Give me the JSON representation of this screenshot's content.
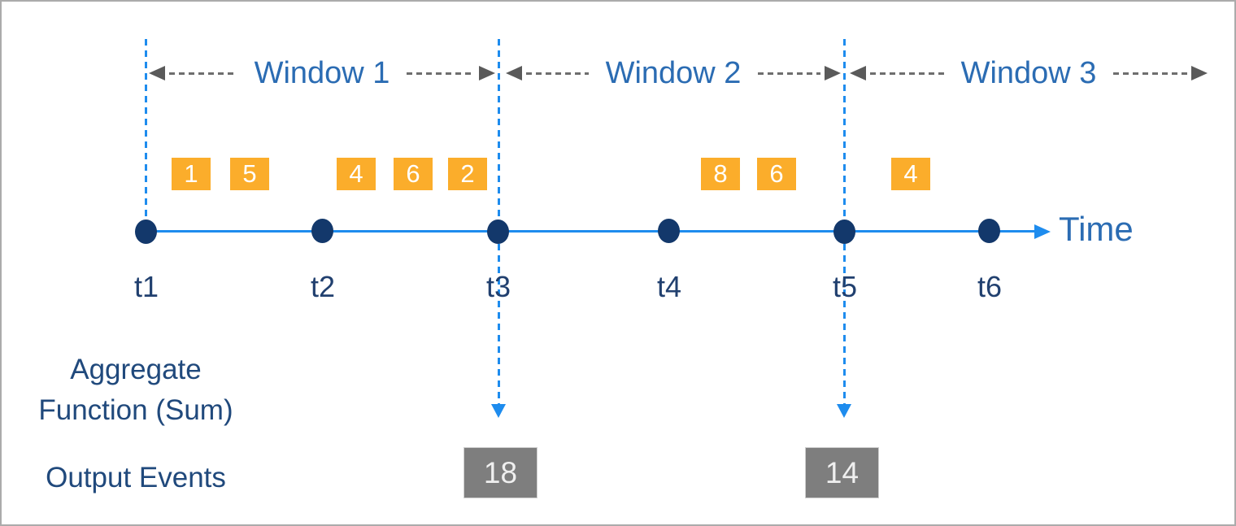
{
  "diagram_type": "tumbling-window-stream-aggregation",
  "windows": [
    {
      "label": "Window 1"
    },
    {
      "label": "Window 2"
    },
    {
      "label": "Window 3"
    }
  ],
  "timeline": {
    "axis_label": "Time",
    "ticks": [
      "t1",
      "t2",
      "t3",
      "t4",
      "t5",
      "t6"
    ]
  },
  "events": [
    {
      "value": "1",
      "window": "Window 1"
    },
    {
      "value": "5",
      "window": "Window 1"
    },
    {
      "value": "4",
      "window": "Window 1"
    },
    {
      "value": "6",
      "window": "Window 1"
    },
    {
      "value": "2",
      "window": "Window 1"
    },
    {
      "value": "8",
      "window": "Window 2"
    },
    {
      "value": "6",
      "window": "Window 2"
    },
    {
      "value": "4",
      "window": "Window 3"
    }
  ],
  "aggregate": {
    "line1": "Aggregate",
    "line2": "Function (Sum)"
  },
  "output": {
    "label": "Output Events",
    "events": [
      {
        "value": "18",
        "at": "t3"
      },
      {
        "value": "14",
        "at": "t5"
      }
    ]
  },
  "colors": {
    "timeline_blue": "#1e8cee",
    "dot_navy": "#13386b",
    "window_label_blue": "#2b6cb3",
    "tick_label_navy": "#21406f",
    "side_label_navy": "#20497c",
    "event_orange": "#fbad2b",
    "event_text": "#ffffff",
    "output_gray": "#7e7e7e",
    "output_text": "#efefef",
    "span_arrow_gray": "#5a5a5a",
    "frame_border_gray": "#ababab"
  }
}
